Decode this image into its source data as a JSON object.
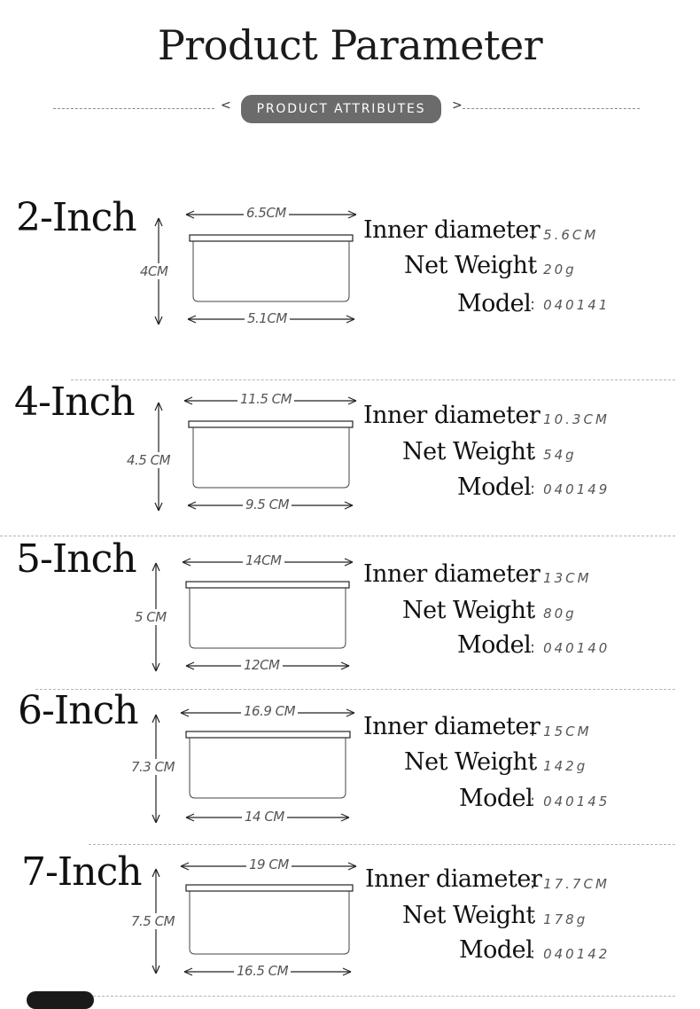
{
  "header": {
    "title": "Product Parameter",
    "badge": "PRODUCT ATTRIBUTES",
    "chevron_left": "<",
    "chevron_right": ">"
  },
  "spec_labels": {
    "inner_diameter": "Inner diameter",
    "net_weight": "Net Weight",
    "model": "Model",
    "colon": ":"
  },
  "items": [
    {
      "size": "2-Inch",
      "top_width": "6.5CM",
      "height": "4CM",
      "bottom_width": "5.1CM",
      "inner_diameter": "5.6CM",
      "net_weight": "20g",
      "model": "040141"
    },
    {
      "size": "4-Inch",
      "top_width": "11.5 CM",
      "height": "4.5 CM",
      "bottom_width": "9.5 CM",
      "inner_diameter": "10.3CM",
      "net_weight": "54g",
      "model": "040149"
    },
    {
      "size": "5-Inch",
      "top_width": "14CM",
      "height": "5 CM",
      "bottom_width": "12CM",
      "inner_diameter": "13CM",
      "net_weight": "80g",
      "model": "040140"
    },
    {
      "size": "6-Inch",
      "top_width": "16.9 CM",
      "height": "7.3 CM",
      "bottom_width": "14 CM",
      "inner_diameter": "15CM",
      "net_weight": "142g",
      "model": "040145"
    },
    {
      "size": "7-Inch",
      "top_width": "19 CM",
      "height": "7.5 CM",
      "bottom_width": "16.5 CM",
      "inner_diameter": "17.7CM",
      "net_weight": "178g",
      "model": "040142"
    }
  ]
}
